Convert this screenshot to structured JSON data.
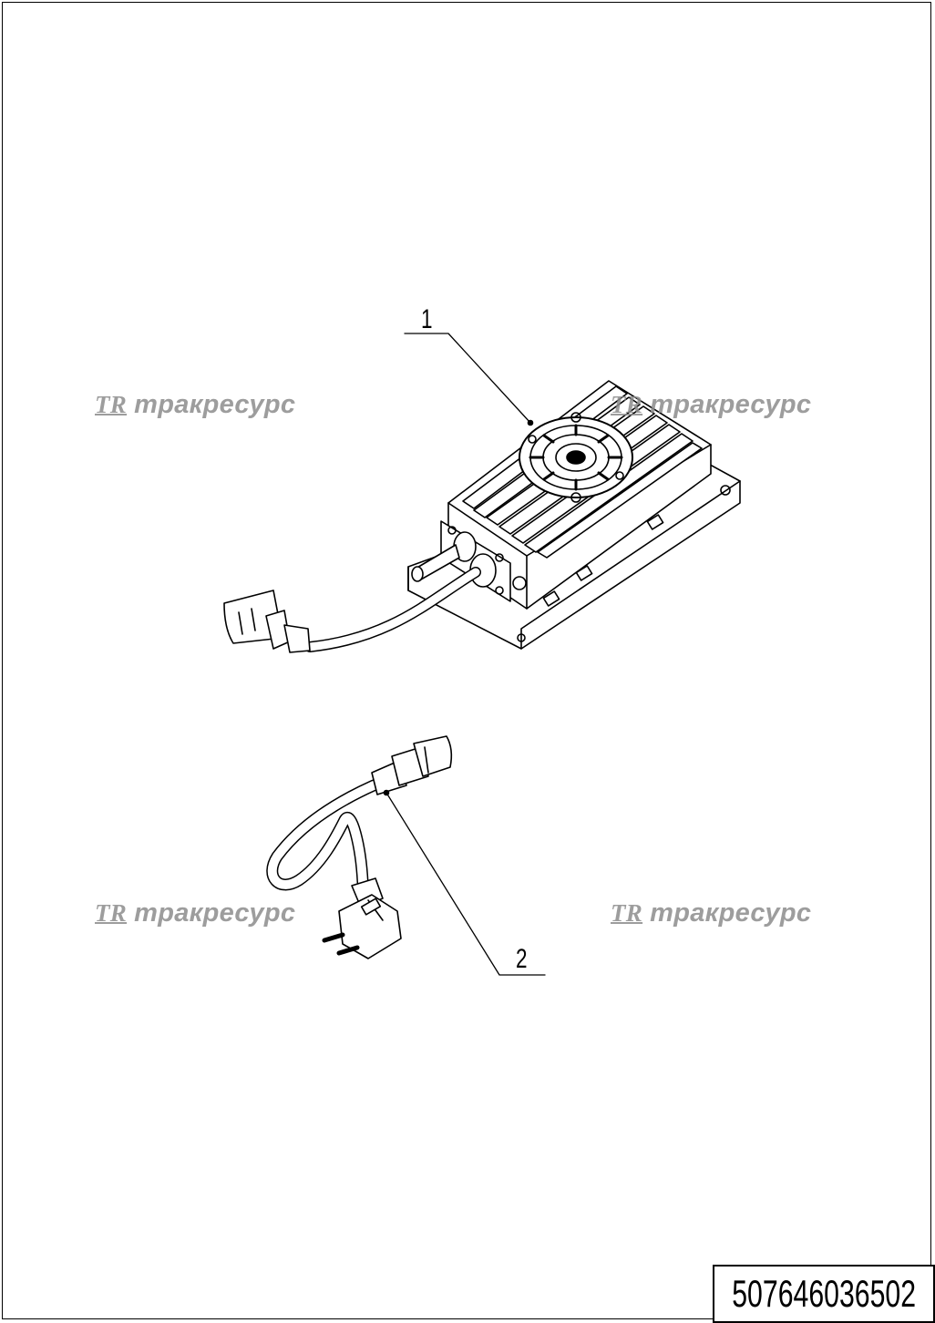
{
  "watermark": {
    "logo": "TR",
    "text": "тракресурс"
  },
  "callouts": {
    "item1": "1",
    "item2": "2"
  },
  "drawing_code": "507646036502",
  "colors": {
    "line": "#000000",
    "watermark": "#8c8c8c",
    "background": "#ffffff"
  }
}
